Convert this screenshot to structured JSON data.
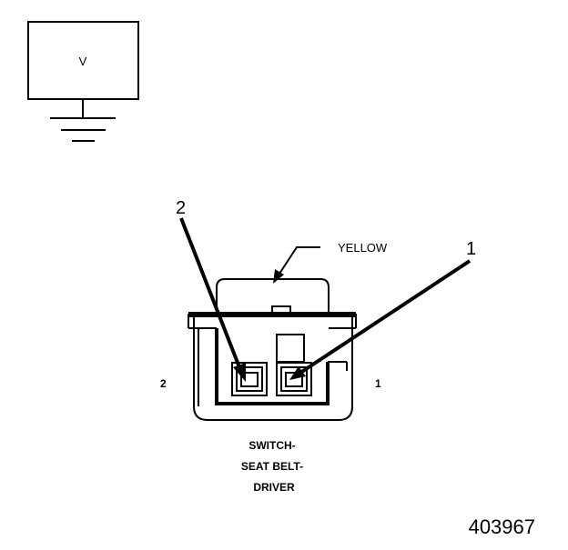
{
  "meter": {
    "symbol": "V"
  },
  "connector": {
    "wire_color": "YELLOW",
    "callouts": [
      "2",
      "1"
    ],
    "pin_labels": [
      "2",
      "1"
    ],
    "name_lines": [
      "SWITCH-",
      "SEAT BELT-",
      "DRIVER"
    ]
  },
  "figure_id": "403967",
  "colors": {
    "ink": "#000000",
    "paper": "#ffffff"
  }
}
